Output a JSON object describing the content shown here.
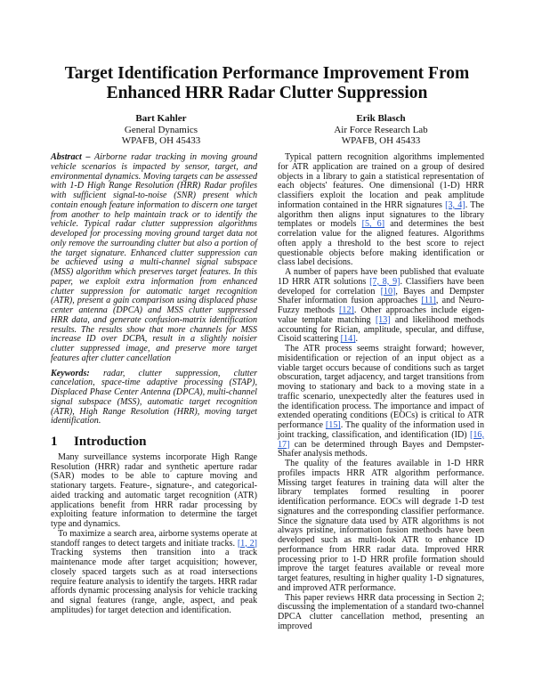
{
  "title": [
    "Target Identification Performance Improvement From",
    "Enhanced HRR Radar Clutter Suppression"
  ],
  "authors": [
    {
      "name": "Bart Kahler",
      "affiliation": "General Dynamics",
      "location": "WPAFB, OH 45433"
    },
    {
      "name": "Erik Blasch",
      "affiliation": "Air Force Research Lab",
      "location": "WPAFB, OH 45433"
    }
  ],
  "abstract": {
    "label": "Abstract –",
    "text": " Airborne radar tracking in moving ground vehicle scenarios is impacted by sensor, target, and environmental dynamics. Moving targets can be assessed with 1-D High Range Resolution (HRR) Radar profiles with sufficient signal-to-noise (SNR) present which contain enough feature information to discern one target from another to help maintain track or to identify the vehicle. Typical radar clutter suppression algorithms developed for processing moving ground target data not only remove the surrounding clutter but also a portion of the target signature. Enhanced clutter suppression can be achieved using a multi-channel signal subspace (MSS) algorithm which preserves target features. In this paper, we exploit extra information from enhanced clutter suppression for automatic target recognition (ATR), present a gain comparison using displaced phase center antenna (DPCA) and MSS clutter suppressed HRR data, and generate confusion-matrix identification results. The results show that more channels for MSS increase ID over DCPA, result in a slightly noisier clutter suppressed image, and preserve more target features after clutter cancellation"
  },
  "keywords": {
    "label": "Keywords:",
    "text": "  radar, clutter suppression, clutter cancelation, space-time adaptive processing (STAP), Displaced Phase Center Antenna (DPCA), multi-channel signal subspace (MSS), automatic target recognition (ATR), High Range Resolution (HRR), moving target identification."
  },
  "section1": {
    "number": "1",
    "title": "Introduction"
  },
  "left_paragraphs": [
    [
      {
        "t": "Many surveillance systems incorporate High Range Resolution (HRR) radar and synthetic aperture radar (SAR) modes to be able to capture moving and stationary targets. Feature-, signature-, and categorical-aided tracking and automatic target recognition (ATR) applications benefit from HRR radar processing by exploiting feature information to determine the target type and dynamics."
      }
    ],
    [
      {
        "t": "To maximize a search area, airborne systems operate at standoff ranges to detect targets and initiate tracks. "
      },
      {
        "t": "[1, 2]",
        "link": true
      },
      {
        "t": " Tracking systems then transition into a track maintenance mode after target acquisition; however, closely spaced targets such as at road intersections require feature analysis to identify the targets.  HRR radar affords dynamic processing analysis for vehicle tracking and signal features (range, angle, aspect, and peak amplitudes) for target detection and identification."
      }
    ]
  ],
  "right_paragraphs": [
    [
      {
        "t": "Typical pattern recognition algorithms implemented for ATR application are trained on a group of desired objects in a library to gain a statistical representation of each objects' features.  One dimensional (1-D) HRR classifiers exploit the location and peak amplitude information contained in the HRR signatures "
      },
      {
        "t": "[3, 4]",
        "link": true
      },
      {
        "t": ".  The algorithm then aligns input signatures to the library templates or models "
      },
      {
        "t": "[5, 6]",
        "link": true
      },
      {
        "t": " and determines the best correlation value for the aligned features.  Algorithms often apply a threshold to the best score to reject questionable objects before making identification or class label decisions."
      }
    ],
    [
      {
        "t": "A number of papers have been published that evaluate 1D HRR ATR solutions "
      },
      {
        "t": "[7, 8, 9]",
        "link": true
      },
      {
        "t": ".  Classifiers have been developed for correlation "
      },
      {
        "t": "[10]",
        "link": true
      },
      {
        "t": ", Bayes and Dempster Shafer information fusion approaches "
      },
      {
        "t": "[11]",
        "link": true
      },
      {
        "t": ", and Neuro-Fuzzy methods "
      },
      {
        "t": "[12]",
        "link": true
      },
      {
        "t": ".   Other approaches include eigen-value template matching "
      },
      {
        "t": "[13]",
        "link": true
      },
      {
        "t": " and likelihood methods accounting for Rician, amplitude, specular, and diffuse, Cisoid scattering "
      },
      {
        "t": "[14]",
        "link": true
      },
      {
        "t": "."
      }
    ],
    [
      {
        "t": "The ATR process seems straight forward; however, misidentification or rejection of an input object as a viable target occurs because of conditions such as target obscuration, target adjacency, and target transitions from moving to stationary and back to a moving state in a traffic scenario, unexpectedly alter the features used in the identification process.  The importance and impact of extended operating conditions (EOCs) is critical to ATR performance "
      },
      {
        "t": "[15]",
        "link": true
      },
      {
        "t": ".  The quality of the information used in joint tracking, classification, and identification (ID) "
      },
      {
        "t": "[16, 17]",
        "link": true
      },
      {
        "t": " can be determined through Bayes and Dempster-Shafer analysis methods."
      }
    ],
    [
      {
        "t": "The quality of the features available in 1-D HRR profiles impacts HRR ATR algorithm performance.  Missing target features in training data will alter the library templates formed resulting in poorer identification performance.  EOCs will degrade 1-D test signatures and the corresponding classifier performance.  Since the signature data used by ATR algorithms is not always pristine, information fusion methods have been developed such as multi-look ATR to enhance ID performance from HRR radar data.  Improved HRR processing prior to 1-D HRR profile formation should improve the target features available or reveal more target features, resulting in higher quality 1-D signatures, and improved ATR performance."
      }
    ],
    [
      {
        "t": "This paper reviews HRR data processing in Section 2; discussing the implementation of a standard two-channel DPCA clutter cancellation method, presenting an improved"
      }
    ]
  ],
  "colors": {
    "link": "#2255cc",
    "text": "#111111"
  }
}
